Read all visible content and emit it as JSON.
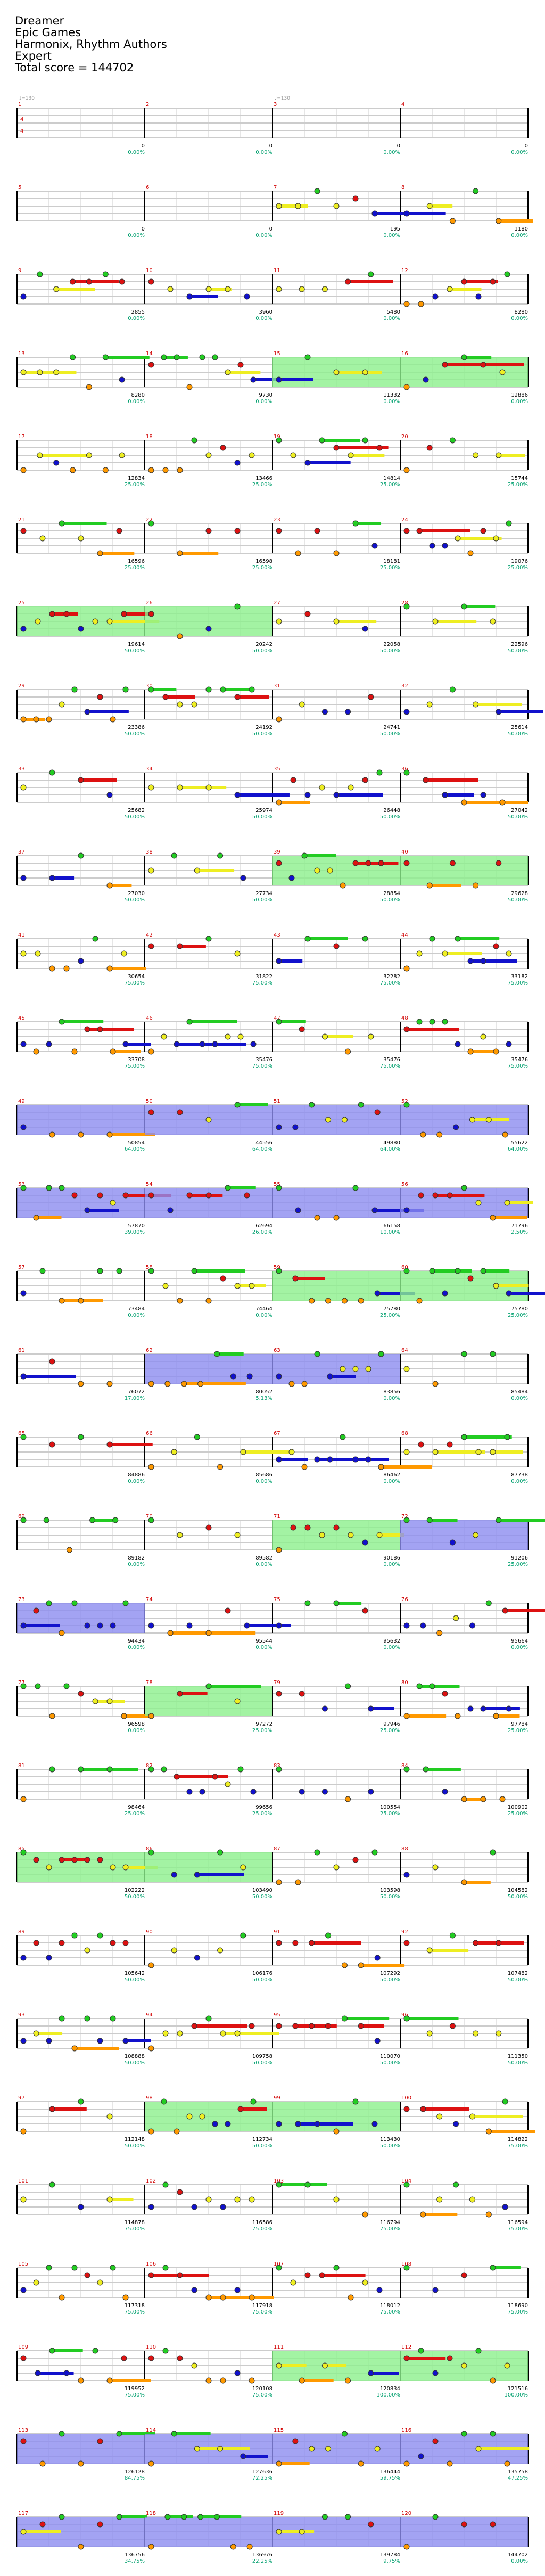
{
  "header": {
    "song_title": "Dreamer",
    "artist": "Epic Games",
    "charter": "Harmonix, Rhythm Authors",
    "difficulty": "Expert",
    "total_score_label": "Total score = ",
    "total_score": "144702"
  },
  "time_signature": {
    "top": "4",
    "bottom": "4"
  },
  "tempo_marks": [
    {
      "label": "♩=130",
      "measure": 1
    },
    {
      "label": "♩=130",
      "measure": 3
    }
  ],
  "colors": {
    "green": "#22cc22",
    "red": "#dd1111",
    "yellow": "#eeee22",
    "blue": "#1111cc",
    "orange": "#ff9900",
    "overdrive": "#8cf08c",
    "solo": "#8c8cf0",
    "measure_number": "#d10000",
    "percent": "#00a06e"
  },
  "measures": [
    {
      "n": 1,
      "score": "0",
      "pct": "0.00%"
    },
    {
      "n": 2,
      "score": "0",
      "pct": "0.00%"
    },
    {
      "n": 3,
      "score": "0",
      "pct": "0.00%"
    },
    {
      "n": 4,
      "score": "0",
      "pct": "0.00%"
    },
    {
      "n": 5,
      "score": "0",
      "pct": "0.00%"
    },
    {
      "n": 6,
      "score": "0",
      "pct": "0.00%"
    },
    {
      "n": 7,
      "score": "195",
      "pct": "0.00%"
    },
    {
      "n": 8,
      "score": "1180",
      "pct": "0.00%"
    },
    {
      "n": 9,
      "score": "2855",
      "pct": "0.00%"
    },
    {
      "n": 10,
      "score": "3960",
      "pct": "0.00%"
    },
    {
      "n": 11,
      "score": "5480",
      "pct": "0.00%"
    },
    {
      "n": 12,
      "score": "8280",
      "pct": "0.00%"
    },
    {
      "n": 13,
      "score": "8280",
      "pct": "0.00%"
    },
    {
      "n": 14,
      "score": "9730",
      "pct": "0.00%"
    },
    {
      "n": 15,
      "score": "11332",
      "pct": "0.00%"
    },
    {
      "n": 16,
      "score": "12886",
      "pct": "0.00%"
    },
    {
      "n": 17,
      "score": "12834",
      "pct": "25.00%"
    },
    {
      "n": 18,
      "score": "13466",
      "pct": "25.00%"
    },
    {
      "n": 19,
      "score": "14814",
      "pct": "25.00%"
    },
    {
      "n": 20,
      "score": "15744",
      "pct": "25.00%"
    },
    {
      "n": 21,
      "score": "16596",
      "pct": "25.00%"
    },
    {
      "n": 22,
      "score": "16598",
      "pct": "25.00%"
    },
    {
      "n": 23,
      "score": "18181",
      "pct": "25.00%"
    },
    {
      "n": 24,
      "score": "19076",
      "pct": "25.00%"
    },
    {
      "n": 25,
      "score": "19614",
      "pct": "50.00%"
    },
    {
      "n": 26,
      "score": "20242",
      "pct": "50.00%"
    },
    {
      "n": 27,
      "score": "22058",
      "pct": "50.00%"
    },
    {
      "n": 28,
      "score": "22596",
      "pct": "50.00%"
    },
    {
      "n": 29,
      "score": "23386",
      "pct": "50.00%"
    },
    {
      "n": 30,
      "score": "24192",
      "pct": "50.00%"
    },
    {
      "n": 31,
      "score": "24741",
      "pct": "50.00%"
    },
    {
      "n": 32,
      "score": "25614",
      "pct": "50.00%"
    },
    {
      "n": 33,
      "score": "25682",
      "pct": "50.00%"
    },
    {
      "n": 34,
      "score": "25974",
      "pct": "50.00%"
    },
    {
      "n": 35,
      "score": "26448",
      "pct": "50.00%"
    },
    {
      "n": 36,
      "score": "27042",
      "pct": "50.00%"
    },
    {
      "n": 37,
      "score": "27030",
      "pct": "50.00%"
    },
    {
      "n": 38,
      "score": "27734",
      "pct": "50.00%"
    },
    {
      "n": 39,
      "score": "28854",
      "pct": "50.00%"
    },
    {
      "n": 40,
      "score": "29628",
      "pct": "50.00%"
    },
    {
      "n": 41,
      "score": "30654",
      "pct": "75.00%"
    },
    {
      "n": 42,
      "score": "31822",
      "pct": "75.00%"
    },
    {
      "n": 43,
      "score": "32282",
      "pct": "75.00%"
    },
    {
      "n": 44,
      "score": "33182",
      "pct": "75.00%"
    },
    {
      "n": 45,
      "score": "33708",
      "pct": "75.00%"
    },
    {
      "n": 46,
      "score": "35476",
      "pct": "75.00%"
    },
    {
      "n": 47,
      "score": "35476",
      "pct": "75.00%"
    },
    {
      "n": 48,
      "score": "35476",
      "pct": "75.00%"
    },
    {
      "n": 49,
      "score": "50854",
      "pct": "64.00%"
    },
    {
      "n": 50,
      "score": "44556",
      "pct": "64.00%"
    },
    {
      "n": 51,
      "score": "49880",
      "pct": "64.00%"
    },
    {
      "n": 52,
      "score": "55622",
      "pct": "64.00%"
    },
    {
      "n": 53,
      "score": "57870",
      "pct": "39.00%"
    },
    {
      "n": 54,
      "score": "62694",
      "pct": "26.00%"
    },
    {
      "n": 55,
      "score": "66158",
      "pct": "10.00%"
    },
    {
      "n": 56,
      "score": "71796",
      "pct": "2.50%"
    },
    {
      "n": 57,
      "score": "73484",
      "pct": "0.00%"
    },
    {
      "n": 58,
      "score": "74464",
      "pct": "0.00%"
    },
    {
      "n": 59,
      "score": "75780",
      "pct": "25.00%"
    },
    {
      "n": 60,
      "score": "75780",
      "pct": "25.00%"
    },
    {
      "n": 61,
      "score": "76072",
      "pct": "17.00%"
    },
    {
      "n": 62,
      "score": "80052",
      "pct": "5.13%"
    },
    {
      "n": 63,
      "score": "83856",
      "pct": "0.00%"
    },
    {
      "n": 64,
      "score": "85484",
      "pct": "0.00%"
    },
    {
      "n": 65,
      "score": "84886",
      "pct": "0.00%"
    },
    {
      "n": 66,
      "score": "85686",
      "pct": "0.00%"
    },
    {
      "n": 67,
      "score": "86462",
      "pct": "0.00%"
    },
    {
      "n": 68,
      "score": "87738",
      "pct": "0.00%"
    },
    {
      "n": 69,
      "score": "89182",
      "pct": "0.00%"
    },
    {
      "n": 70,
      "score": "89582",
      "pct": "0.00%"
    },
    {
      "n": 71,
      "score": "90186",
      "pct": "0.00%"
    },
    {
      "n": 72,
      "score": "91206",
      "pct": "25.00%"
    },
    {
      "n": 73,
      "score": "94434",
      "pct": "0.00%"
    },
    {
      "n": 74,
      "score": "95544",
      "pct": "0.00%"
    },
    {
      "n": 75,
      "score": "95632",
      "pct": "0.00%"
    },
    {
      "n": 76,
      "score": "95664",
      "pct": "0.00%"
    },
    {
      "n": 77,
      "score": "96598",
      "pct": "0.00%"
    },
    {
      "n": 78,
      "score": "97272",
      "pct": "25.00%"
    },
    {
      "n": 79,
      "score": "97946",
      "pct": "25.00%"
    },
    {
      "n": 80,
      "score": "97784",
      "pct": "25.00%"
    },
    {
      "n": 81,
      "score": "98464",
      "pct": "25.00%"
    },
    {
      "n": 82,
      "score": "99656",
      "pct": "25.00%"
    },
    {
      "n": 83,
      "score": "100554",
      "pct": "25.00%"
    },
    {
      "n": 84,
      "score": "100902",
      "pct": "25.00%"
    },
    {
      "n": 85,
      "score": "102222",
      "pct": "50.00%"
    },
    {
      "n": 86,
      "score": "103490",
      "pct": "50.00%"
    },
    {
      "n": 87,
      "score": "103598",
      "pct": "50.00%"
    },
    {
      "n": 88,
      "score": "104582",
      "pct": "50.00%"
    },
    {
      "n": 89,
      "score": "105642",
      "pct": "50.00%"
    },
    {
      "n": 90,
      "score": "106176",
      "pct": "50.00%"
    },
    {
      "n": 91,
      "score": "107292",
      "pct": "50.00%"
    },
    {
      "n": 92,
      "score": "107482",
      "pct": "50.00%"
    },
    {
      "n": 93,
      "score": "108888",
      "pct": "50.00%"
    },
    {
      "n": 94,
      "score": "109758",
      "pct": "50.00%"
    },
    {
      "n": 95,
      "score": "110070",
      "pct": "50.00%"
    },
    {
      "n": 96,
      "score": "111350",
      "pct": "50.00%"
    },
    {
      "n": 97,
      "score": "112148",
      "pct": "50.00%"
    },
    {
      "n": 98,
      "score": "112734",
      "pct": "50.00%"
    },
    {
      "n": 99,
      "score": "113430",
      "pct": "50.00%"
    },
    {
      "n": 100,
      "score": "114822",
      "pct": "75.00%"
    },
    {
      "n": 101,
      "score": "114878",
      "pct": "75.00%"
    },
    {
      "n": 102,
      "score": "116586",
      "pct": "75.00%"
    },
    {
      "n": 103,
      "score": "116794",
      "pct": "75.00%"
    },
    {
      "n": 104,
      "score": "116594",
      "pct": "75.00%"
    },
    {
      "n": 105,
      "score": "117318",
      "pct": "75.00%"
    },
    {
      "n": 106,
      "score": "117918",
      "pct": "75.00%"
    },
    {
      "n": 107,
      "score": "118012",
      "pct": "75.00%"
    },
    {
      "n": 108,
      "score": "118690",
      "pct": "75.00%"
    },
    {
      "n": 109,
      "score": "119952",
      "pct": "75.00%"
    },
    {
      "n": 110,
      "score": "120108",
      "pct": "75.00%"
    },
    {
      "n": 111,
      "score": "120834",
      "pct": "100.00%"
    },
    {
      "n": 112,
      "score": "121516",
      "pct": "100.00%"
    },
    {
      "n": 113,
      "score": "126128",
      "pct": "84.75%"
    },
    {
      "n": 114,
      "score": "127636",
      "pct": "72.25%"
    },
    {
      "n": 115,
      "score": "136444",
      "pct": "59.75%"
    },
    {
      "n": 116,
      "score": "135758",
      "pct": "47.25%"
    },
    {
      "n": 117,
      "score": "136756",
      "pct": "34.75%"
    },
    {
      "n": 118,
      "score": "136976",
      "pct": "22.25%"
    },
    {
      "n": 119,
      "score": "139784",
      "pct": "9.75%"
    },
    {
      "n": 120,
      "score": "144702",
      "pct": "0.00%"
    }
  ]
}
